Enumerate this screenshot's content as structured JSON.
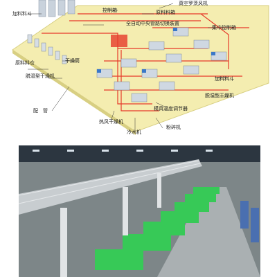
{
  "diagram": {
    "labels": {
      "feed_hopper_left": "加料料斗",
      "control_box": "控制箱",
      "raw_material_box": "原料料箱",
      "vacuum_blower": "真空罗茨风机",
      "central_pipe_switch": "全自动中央管路切换装置",
      "central_control_box": "集中控制箱",
      "raw_material_bin": "原料料仓",
      "dryer": "干燥筒",
      "dehumidifying_dryer_left": "脱湿型干燥机",
      "feed_hopper_right": "加料料斗",
      "dehumidifying_dryer_right": "脱湿型干燥机",
      "piping": "配　管",
      "mold_temp_controller": "模具温度调节器",
      "hot_air_dryer": "热风干燥机",
      "crusher": "粉碎机",
      "chiller": "冷水机"
    },
    "colors": {
      "platform": "#f4edb0",
      "platform_edge": "#d8cf82",
      "pipe_red": "#e63a2a",
      "machine": "#cfd8e2",
      "screen": "#3a78c8"
    }
  },
  "photo": {
    "colors": {
      "machine_green": "#37c957",
      "railing": "#d8dde0",
      "roof": "#2c3640",
      "floor": "#aab0b2"
    }
  }
}
